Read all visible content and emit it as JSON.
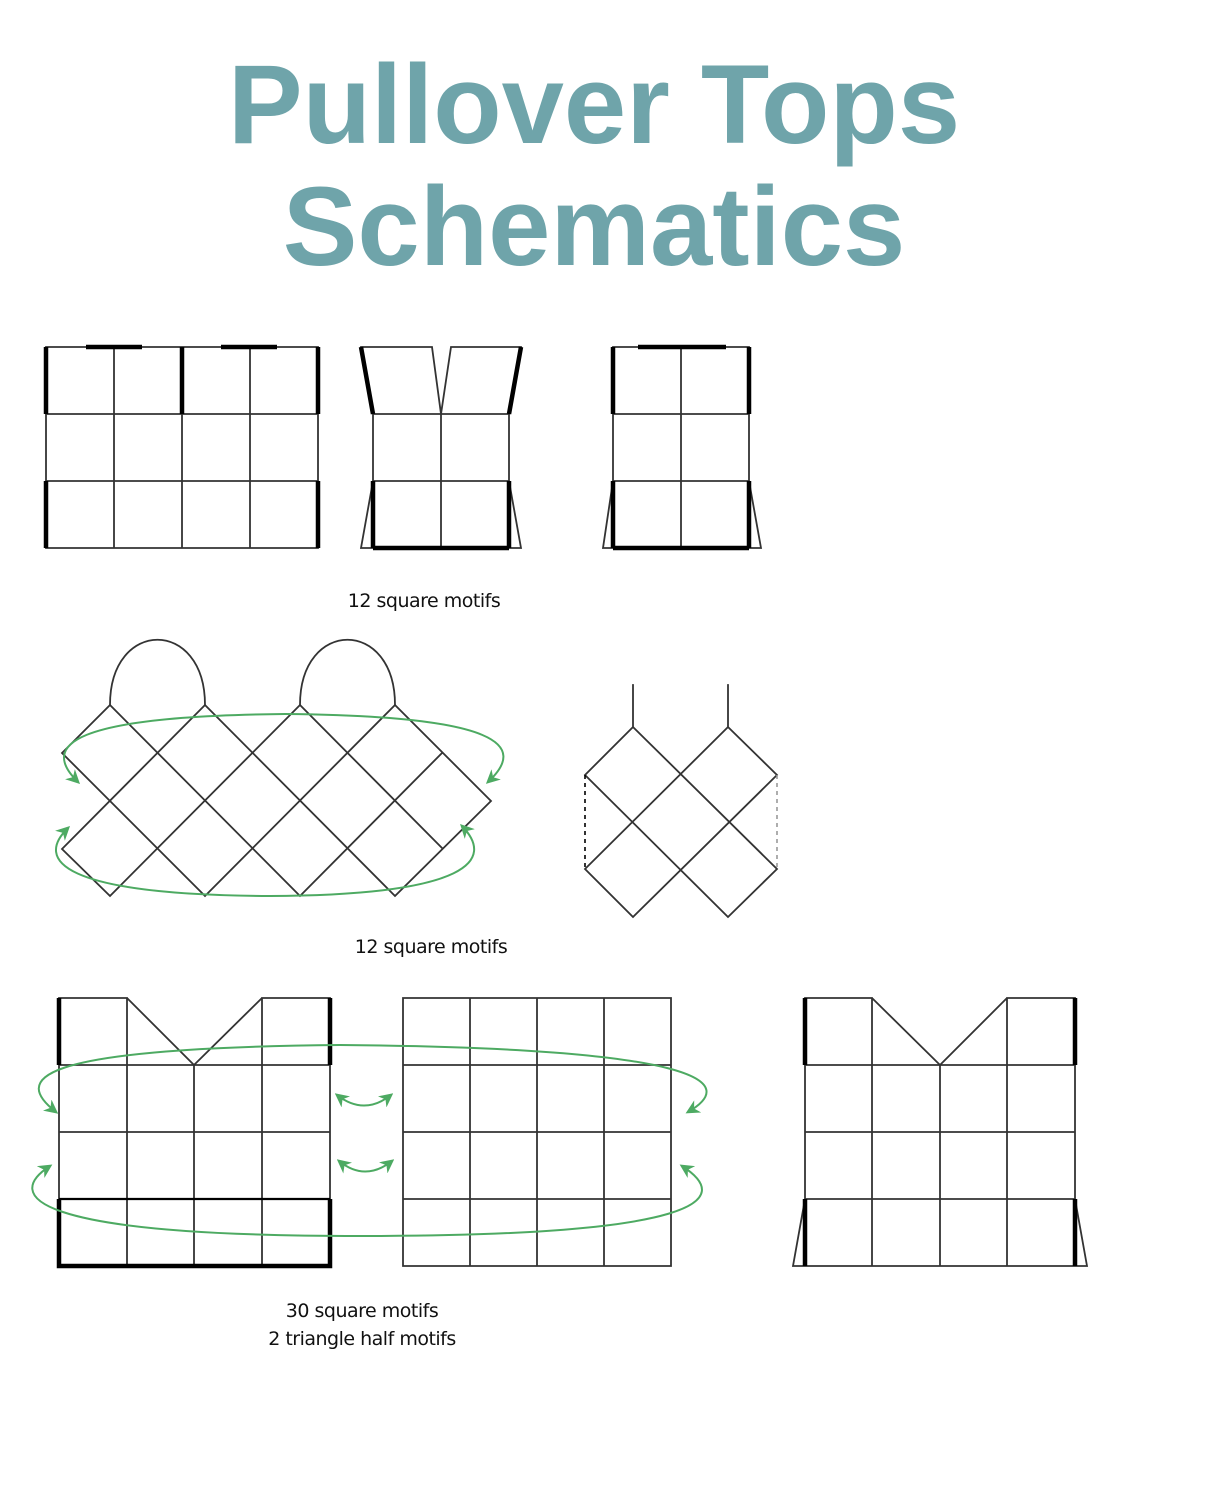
{
  "title": {
    "line1": "Pullover Tops",
    "line2": "Schematics"
  },
  "sections": [
    {
      "label": "12 square motifs"
    },
    {
      "label": "12 square motifs"
    },
    {
      "label_line1": "30 square motifs",
      "label_line2": "2 triangle half motifs"
    }
  ],
  "colors": {
    "title": "#6fa4aa",
    "arrows": "#4daa62",
    "lines": "#333333"
  }
}
